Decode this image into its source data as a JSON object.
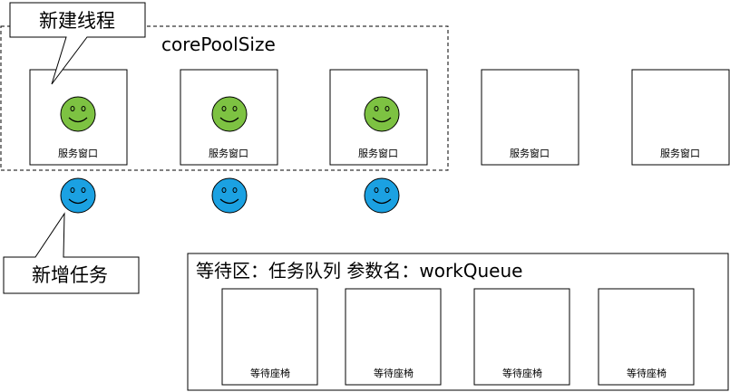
{
  "pool": {
    "label": "corePoolSize",
    "windows": [
      {
        "label": "服务窗口",
        "has_thread": true
      },
      {
        "label": "服务窗口",
        "has_thread": true
      },
      {
        "label": "服务窗口",
        "has_thread": true
      },
      {
        "label": "服务窗口",
        "has_thread": false
      },
      {
        "label": "服务窗口",
        "has_thread": false
      }
    ],
    "tasks_count": 3
  },
  "queue": {
    "title": "等待区：任务队列 参数名：workQueue",
    "seats": [
      {
        "label": "等待座椅"
      },
      {
        "label": "等待座椅"
      },
      {
        "label": "等待座椅"
      },
      {
        "label": "等待座椅"
      }
    ]
  },
  "callouts": {
    "new_thread": "新建线程",
    "new_task": "新增任务"
  },
  "colors": {
    "thread": "#7dc242",
    "task": "#1ba1e2",
    "stroke": "#000000"
  }
}
